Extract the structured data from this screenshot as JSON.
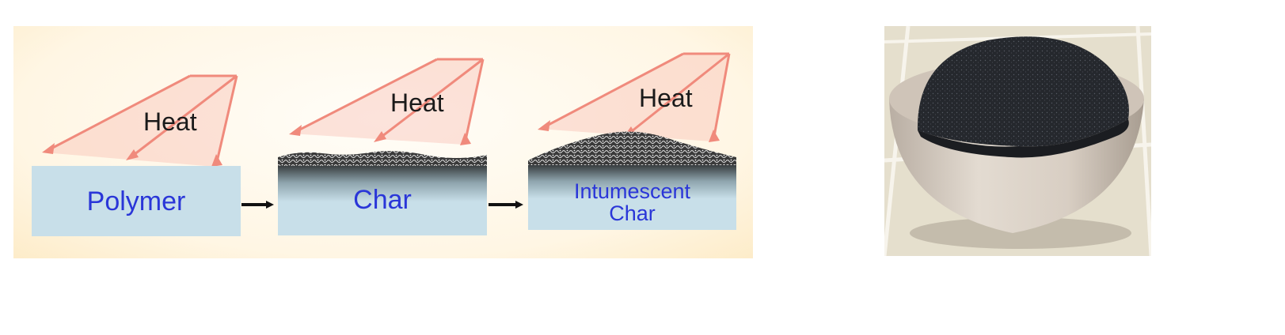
{
  "diagram": {
    "stages": [
      {
        "label": "Polymer"
      },
      {
        "label": "Char"
      },
      {
        "label_line1": "Intumescent",
        "label_line2": "Char"
      }
    ],
    "heat_labels": [
      "Heat",
      "Heat",
      "Heat"
    ],
    "colors": {
      "box_fill": "#c8dfe9",
      "label_text": "#2a36d8",
      "heat_arrow": "#f08a7c",
      "panel_background": "#fff6e4",
      "char_dark": "#2c2c2c"
    }
  },
  "photo": {
    "subject": "bowl-with-black-char",
    "colors": {
      "bowl": "#d9cfc4",
      "char": "#26282c",
      "tile": "#ece6d5"
    }
  }
}
